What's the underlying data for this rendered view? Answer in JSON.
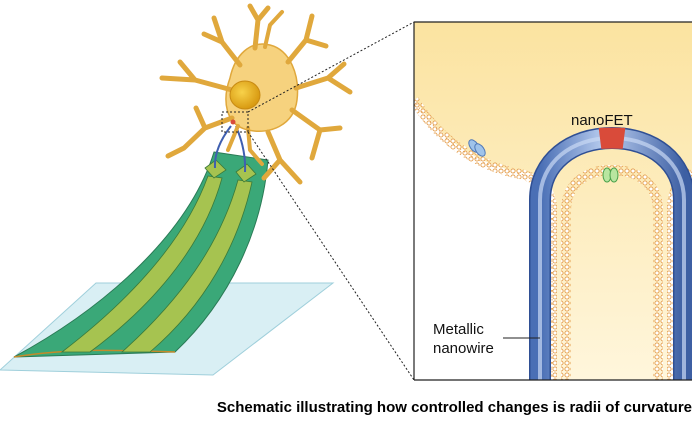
{
  "labels": {
    "nanofet": "nanoFET",
    "metallic_line1": "Metallic",
    "metallic_line2": "nanowire"
  },
  "caption": "Schematic illustrating how controlled changes is radii of curvature",
  "colors": {
    "neuron_fill": "#f6d27e",
    "neuron_stroke": "#e0a83c",
    "nucleus": "#e8b21a",
    "substrate_dark": "#3aa878",
    "substrate_stripe": "#a6c350",
    "base_plate": "#d8eef3",
    "inset_cell": "#fbe9b4",
    "membrane": "#e8a24a",
    "nanowire": "#7aa0d8",
    "nanofet_gate": "#d94b3a"
  }
}
